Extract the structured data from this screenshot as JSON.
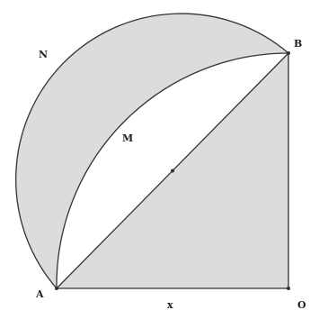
{
  "labels": {
    "point_a": "A",
    "point_b": "B",
    "point_o": "O",
    "point_n": "N",
    "point_m": "M",
    "segment_ao": "x"
  },
  "colors": {
    "shade": "#dcdcdc",
    "stroke": "#333333",
    "background": "#ffffff"
  }
}
